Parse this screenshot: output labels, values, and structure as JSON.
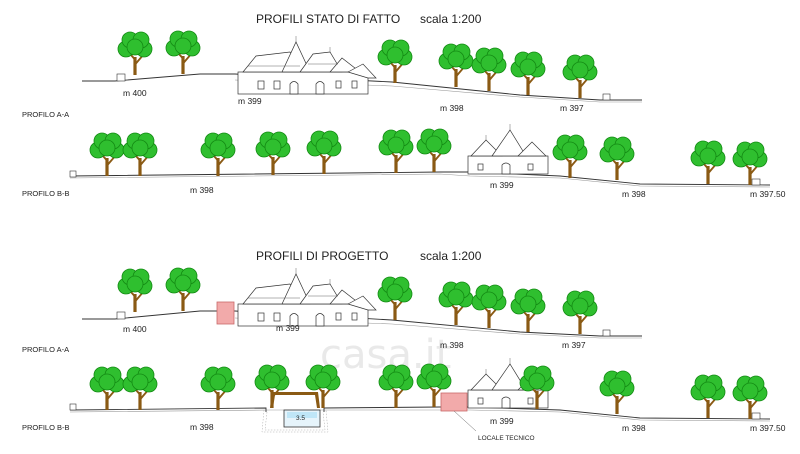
{
  "section_existing": {
    "title": "PROFILI STATO DI FATTO",
    "scale": "scala 1:200",
    "profile_a": {
      "name": "PROFILO A-A",
      "elevations": [
        "m 400",
        "m 399",
        "m 398",
        "m 397"
      ]
    },
    "profile_b": {
      "name": "PROFILO B-B",
      "elevations": [
        "m 398",
        "m 399",
        "m 398",
        "m 397.50"
      ]
    }
  },
  "section_project": {
    "title": "PROFILI DI PROGETTO",
    "scale": "scala 1:200",
    "profile_a": {
      "name": "PROFILO A-A",
      "elevations": [
        "m 400",
        "m 399",
        "m 398",
        "m 397"
      ]
    },
    "profile_b": {
      "name": "PROFILO B-B",
      "elevations": [
        "m 398",
        "m 399",
        "m 398",
        "m 397.50"
      ],
      "pool_label": "3.5",
      "tech_room_label": "LOCALE TECNICO"
    }
  },
  "colors": {
    "foliage": "#2fbf2f",
    "trunk": "#8a5a14",
    "tech_room": "#f2aaaa"
  },
  "watermark": "casa.it"
}
